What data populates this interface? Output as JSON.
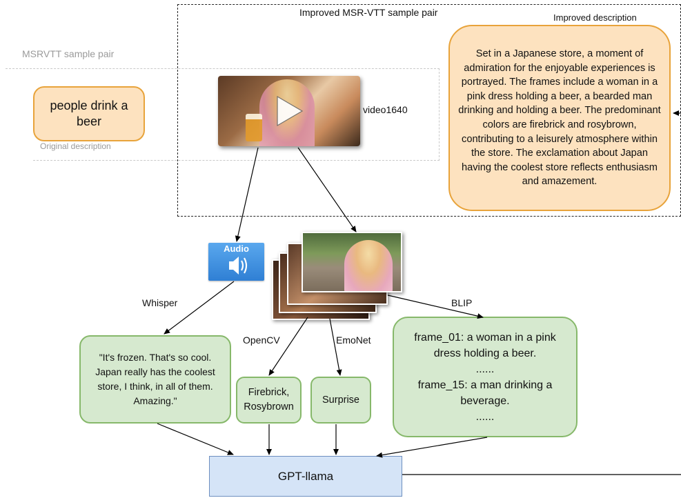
{
  "labels": {
    "improved_pair": "Improved MSR-VTT sample pair",
    "improved_description": "Improved description",
    "msrvtt_pair": "MSRVTT sample pair",
    "original_description": "Original description",
    "video_id": "video1640",
    "whisper": "Whisper",
    "blip": "BLIP",
    "opencv": "OpenCV",
    "emonet": "EmoNet"
  },
  "nodes": {
    "original_caption": "people drink a beer",
    "improved_caption": "Set in a Japanese store, a moment of admiration for the enjoyable experiences is portrayed. The frames include a woman in a pink dress holding a beer, a bearded man drinking and holding a beer. The predominant colors are firebrick and rosybrown, contributing to a leisurely atmosphere within the store. The exclamation about Japan having the coolest store reflects enthusiasm and amazement.",
    "audio": "Audio",
    "transcript": "\"It's frozen. That's so cool. Japan really has the coolest store, I think, in all of them. Amazing.\"",
    "colors": "Firebrick, Rosybrown",
    "emotion": "Surprise",
    "blip_line1": "frame_01: a woman in a pink dress holding a beer.",
    "blip_ellipsis1": "......",
    "blip_line2": "frame_15: a man drinking a beverage.",
    "blip_ellipsis2": "......",
    "gpt": "GPT-llama"
  },
  "icons": {
    "play": "play-icon",
    "speaker": "speaker-icon"
  },
  "colors": {
    "orange_fill": "#fde2bf",
    "orange_border": "#e8a33a",
    "green_fill": "#d6e9cf",
    "green_border": "#86b86a",
    "blue_fill": "#d5e4f7",
    "blue_border": "#6c8ebf"
  }
}
